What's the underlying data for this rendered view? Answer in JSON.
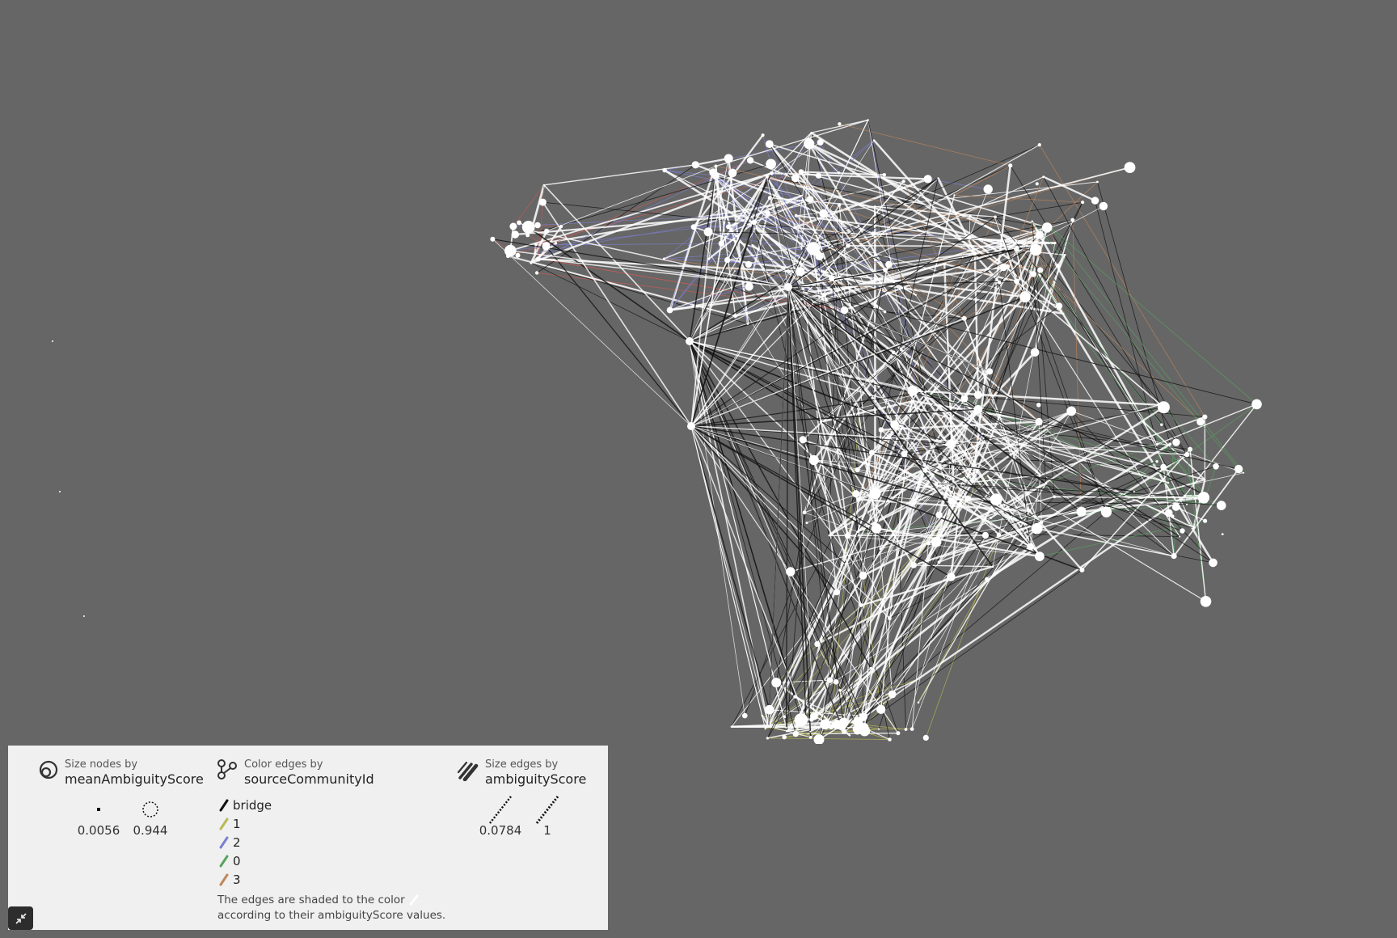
{
  "graph": {
    "background": "#666666",
    "edge_colors": {
      "bridge": "#111111",
      "1": "#b9b953",
      "2": "#7c7fd1",
      "0": "#58a35f",
      "3": "#c0865a"
    },
    "shade_color": "#ffffff"
  },
  "legend": {
    "node_size": {
      "caption": "Size nodes by",
      "field": "meanAmbiguityScore",
      "min_label": "0.0056",
      "max_label": "0.944",
      "icon": "node-size-icon"
    },
    "edge_color": {
      "caption": "Color edges by",
      "field": "sourceCommunityId",
      "icon": "edge-color-icon",
      "items": [
        {
          "label": "bridge",
          "color": "#111111"
        },
        {
          "label": "1",
          "color": "#b9b953"
        },
        {
          "label": "2",
          "color": "#7c7fd1"
        },
        {
          "label": "0",
          "color": "#58a35f"
        },
        {
          "label": "3",
          "color": "#c0865a"
        }
      ],
      "note_line1": "The edges are shaded to the color",
      "note_line2": "according to their ambiguityScore values."
    },
    "edge_size": {
      "caption": "Size edges by",
      "field": "ambiguityScore",
      "min_label": "0.0784",
      "max_label": "1",
      "icon": "edge-size-icon"
    }
  },
  "controls": {
    "collapse_icon": "collapse-icon"
  }
}
